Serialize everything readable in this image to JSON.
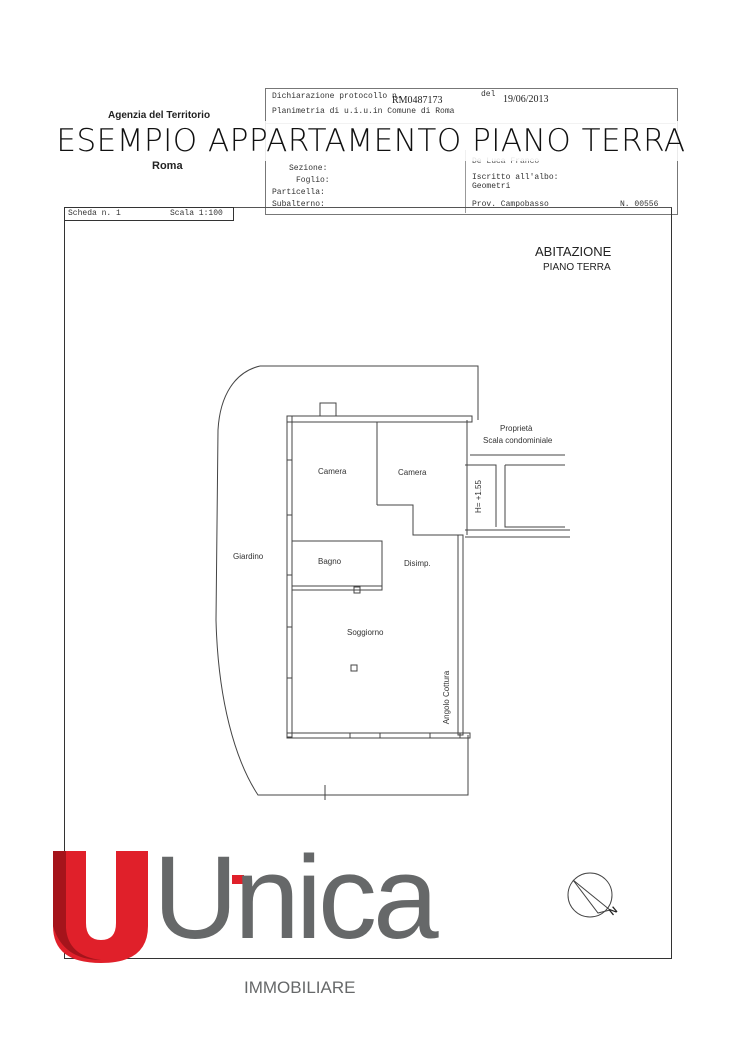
{
  "header": {
    "agency": "Agenzia del Territorio",
    "city": "Roma",
    "protocol_label": "Dichiarazione protocollo n.",
    "protocol_number": "RM0487173",
    "date_label": "del",
    "date": "19/06/2013",
    "planimetry": "Planimetria di u.i.u.in Comune di Roma",
    "sezione": "Sezione:",
    "foglio": "Foglio:",
    "particella": "Particella:",
    "subalterno": "Subalterno:",
    "surveyor": "De Luca Franco",
    "albo_label": "Iscritto all'albo:",
    "albo": "Geometri",
    "province": "Prov. Campobasso",
    "register_number": "N. 00556",
    "scheda": "Scheda n. 1",
    "scala": "Scala 1:100"
  },
  "overlay_title": "ESEMPIO APPARTAMENTO PIANO TERRA",
  "plan": {
    "title": "ABITAZIONE",
    "subtitle": "PIANO TERRA",
    "rooms": [
      "Camera",
      "Camera",
      "Bagno",
      "Disimp.",
      "Soggiorno",
      "Giardino",
      "Angolo Cottura"
    ],
    "proprieta": "Proprietà",
    "scala_condominiale": "Scala condominiale",
    "height_note": "H= +1.55",
    "north": "N"
  },
  "logo": {
    "brand": "Unica",
    "subtitle": "IMMOBILIARE",
    "red": "#e0202a",
    "gray": "#666869"
  }
}
